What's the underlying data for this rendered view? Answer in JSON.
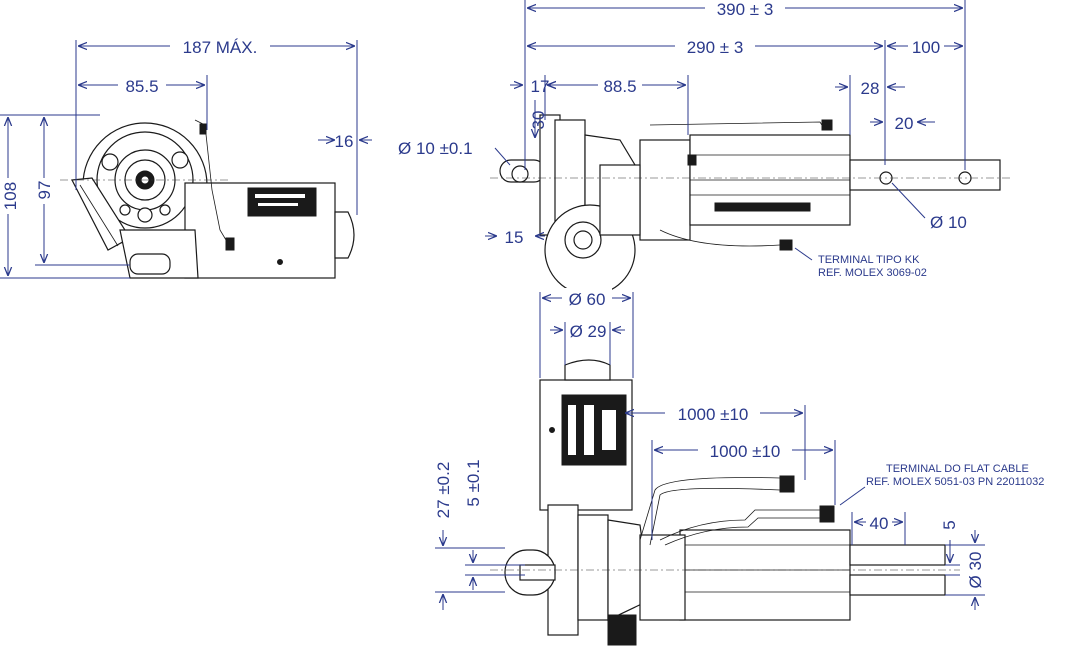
{
  "dimensions": {
    "d_187": "187 MÁX.",
    "d_85_5": "85.5",
    "d_108": "108",
    "d_97": "97",
    "d_16": "16",
    "d_390": "390 ± 3",
    "d_290": "290 ± 3",
    "d_100": "100",
    "d_17": "17",
    "d_88_5": "88.5",
    "d_28": "28",
    "d_30_top": "30",
    "d_20": "20",
    "d_phi10_tol": "Ø 10 ±0.1",
    "d_phi10": "Ø 10",
    "d_15": "15",
    "d_phi60": "Ø 60",
    "d_phi29": "Ø 29",
    "d_1000_a": "1000 ±10",
    "d_1000_b": "1000 ±10",
    "d_27": "27 ±0.2",
    "d_5_tol": "5 ±0.1",
    "d_40": "40",
    "d_5": "5",
    "d_phi30": "Ø 30"
  },
  "notes": {
    "terminal_kk_line1": "TERMINAL TIPO KK",
    "terminal_kk_line2": "REF. MOLEX 3069-02",
    "terminal_flat_line1": "TERMINAL DO FLAT CABLE",
    "terminal_flat_line2": "REF. MOLEX 5051-03 PN 22011032"
  },
  "colors": {
    "dimension": "#2b3a8c",
    "drawing": "#1a1a1a"
  }
}
